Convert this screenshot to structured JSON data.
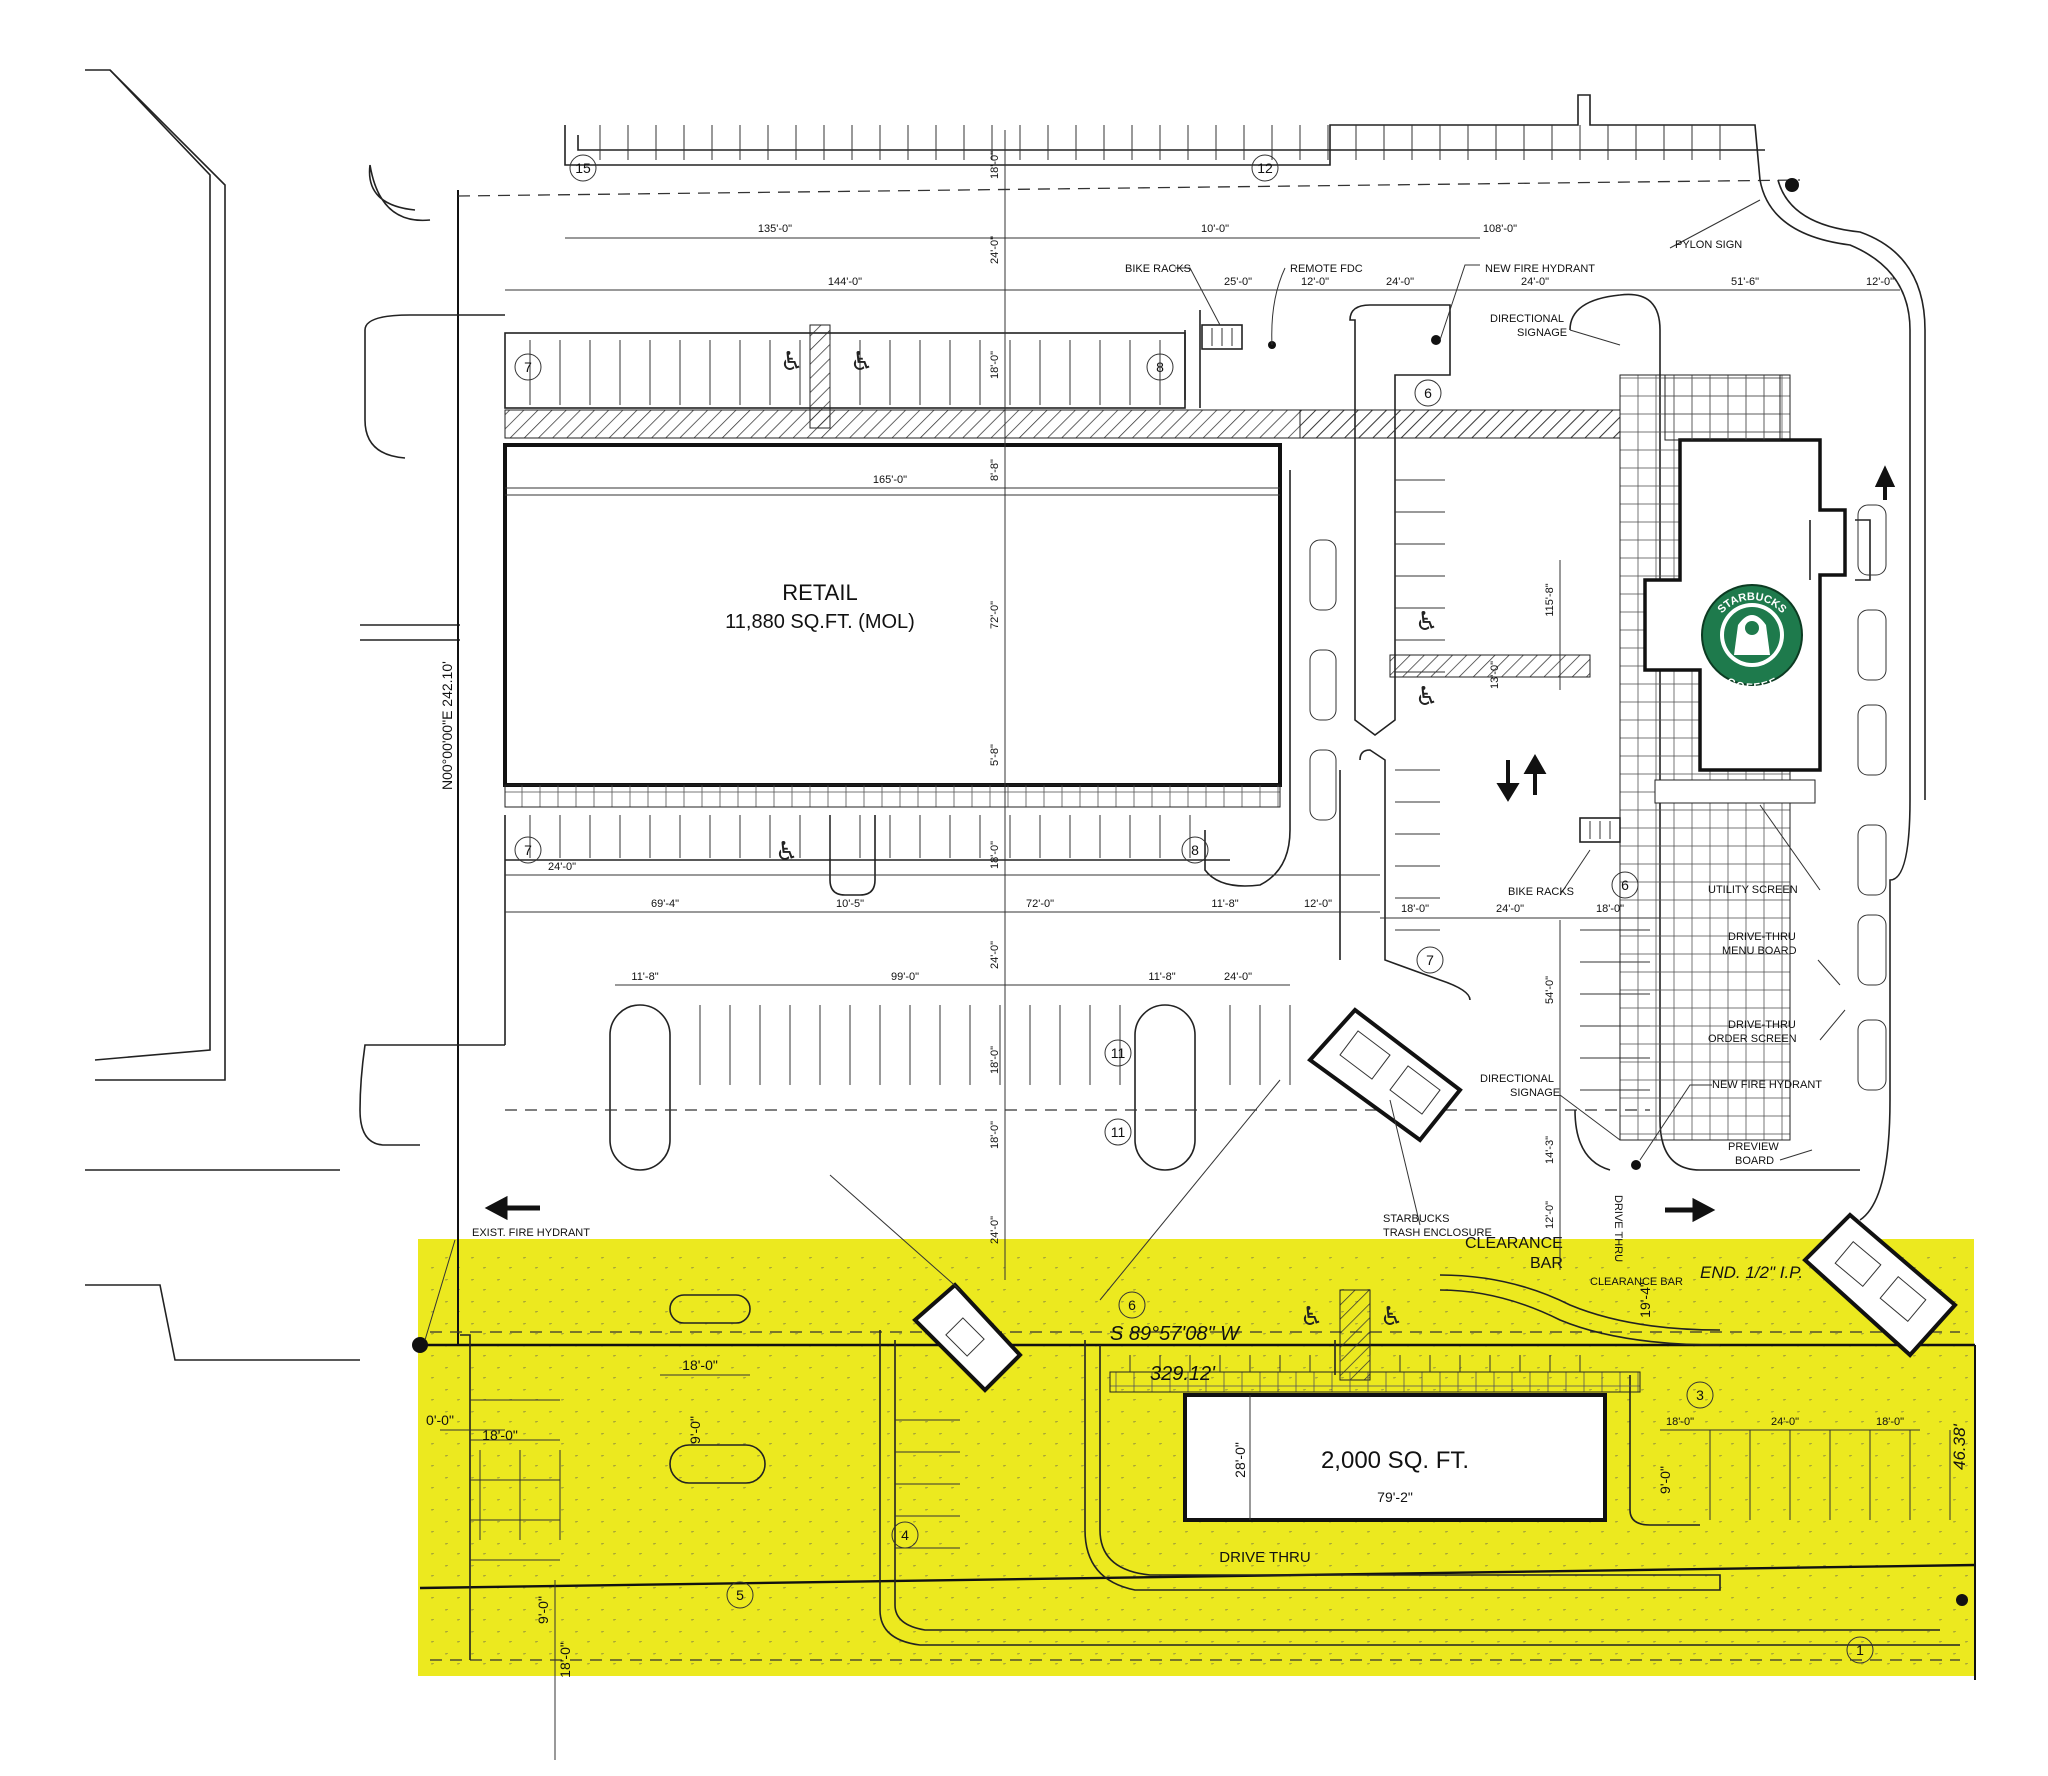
{
  "labels": {
    "retail_title": "RETAIL",
    "retail_area": "11,880 SQ.FT. (MOL)",
    "pad_area": "2,000 SQ. FT.",
    "pad_width": "79'-2\"",
    "pad_depth": "28'-0\"",
    "drive_thru": "DRIVE THRU",
    "drive_thru_vertical": "DRIVE THRU",
    "bike_racks_top": "BIKE RACKS",
    "remote_fdc": "REMOTE FDC",
    "new_fire_hydrant_top": "NEW FIRE HYDRANT",
    "pylon_sign": "PYLON SIGN",
    "directional_signage_top_1": "DIRECTIONAL",
    "directional_signage_top_2": "SIGNAGE",
    "directional_signage_mid_1": "DIRECTIONAL",
    "directional_signage_mid_2": "SIGNAGE",
    "new_fire_hydrant_mid": "NEW FIRE HYDRANT",
    "bike_racks_mid": "BIKE RACKS",
    "utility_screen": "UTILITY SCREEN",
    "menu_board_1": "DRIVE-THRU",
    "menu_board_2": "MENU BOARD",
    "order_screen_1": "DRIVE-THRU",
    "order_screen_2": "ORDER SCREEN",
    "preview_board_1": "PREVIEW",
    "preview_board_2": "BOARD",
    "trash_1": "STARBUCKS",
    "trash_2": "TRASH ENCLOSURE",
    "clearance_bar_1": "CLEARANCE",
    "clearance_bar_2": "BAR",
    "clearance_bar_small": "CLEARANCE BAR",
    "exist_hydrant": "EXIST. FIRE HYDRANT",
    "bearing_west": "N00°00'00\"E 242.10'",
    "bearing_south": "S 89°57'08\" W",
    "bearing_south_dist": "329.12'",
    "end_ip": "END. 1/2\" I.P.",
    "east_dist": "46.38'",
    "starbucks_logo_top": "STARBUCKS",
    "starbucks_logo_bottom": "COFFEE"
  },
  "stall_counts": {
    "top_row_a": "15",
    "top_row_b": "12",
    "north_row_left": "7",
    "north_row_right": "8",
    "mid_6": "6",
    "south_row_left": "7",
    "south_row_right": "8",
    "island_11a": "11",
    "island_11b": "11",
    "east_6": "6",
    "east_7": "7",
    "pad_6": "6",
    "pad_3": "3",
    "pad_5": "5",
    "pad_4": "4",
    "pad_1": "1"
  },
  "dimensions": {
    "d_135": "135'-0\"",
    "d_10": "10'-0\"",
    "d_108": "108'-0\"",
    "d_144": "144'-0\"",
    "d_25": "25'-0\"",
    "d_12a": "12'-0\"",
    "d_24a": "24'-0\"",
    "d_24b": "24'-0\"",
    "d_51": "51'-6\"",
    "d_12b": "12'-0\"",
    "d_165": "165'-0\"",
    "d_18v1": "18'-0\"",
    "d_24v1": "24'-0\"",
    "d_18v2": "18'-0\"",
    "d_8v": "8'-8\"",
    "d_72v": "72'-0\"",
    "d_5v": "5'-8\"",
    "d_18v3": "18'-0\"",
    "d_24v2": "24'-0\"",
    "d_18v4": "18'-0\"",
    "d_18v5": "18'-0\"",
    "d_24v3": "24'-0\"",
    "d_24c": "24'-0\"",
    "d_69": "69'-4\"",
    "d_10b": "10'-5\"",
    "d_72h": "72'-0\"",
    "d_11a": "11'-8\"",
    "d_12c": "12'-0\"",
    "d_11b": "11'-8\"",
    "d_99": "99'-0\"",
    "d_11c": "11'-8\"",
    "d_24d": "24'-0\"",
    "d_18e": "18'-0\"",
    "d_24e": "24'-0\"",
    "d_18f": "18'-0\"",
    "d_115": "115'-8\"",
    "d_13": "13'-0\"",
    "d_54": "54'-0\"",
    "d_14": "14'-3\"",
    "d_12v": "12'-0\"",
    "d_19": "19'-4\"",
    "d_18g": "18'-0\"",
    "d_24f": "24'-0\"",
    "d_18h": "18'-0\"",
    "d_9a": "9'-0\"",
    "d_18i": "18'-0\"",
    "d_18j": "18'-0\"",
    "d_9b": "9'-0\"",
    "d_0": "0'-0\"",
    "d_9c": "9'-0\"",
    "d_18k": "18'-0\""
  },
  "colors": {
    "highlight": "#ece91f",
    "line": "#222222",
    "starbucks_green": "#1e7a4c"
  }
}
